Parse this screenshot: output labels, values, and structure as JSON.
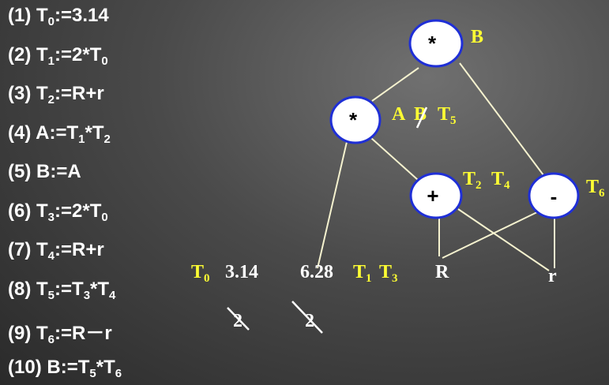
{
  "code_lines": [
    {
      "num": "(1)",
      "lhs": "T",
      "lhs_sub": "0",
      "rhs": [
        "3.14"
      ]
    },
    {
      "num": "(2)",
      "lhs": "T",
      "lhs_sub": "1",
      "rhs": [
        "2*T",
        "0"
      ]
    },
    {
      "num": "(3)",
      "lhs": "T",
      "lhs_sub": "2",
      "rhs": [
        "R+r"
      ]
    },
    {
      "num": "(4)",
      "lhs": "A",
      "lhs_sub": "",
      "rhs": [
        "T",
        "1",
        "*T",
        "2"
      ]
    },
    {
      "num": "(5)",
      "lhs": "B",
      "lhs_sub": "",
      "rhs": [
        "A"
      ]
    },
    {
      "num": "(6)",
      "lhs": "T",
      "lhs_sub": "3",
      "rhs": [
        "2*T",
        "0"
      ]
    },
    {
      "num": "(7)",
      "lhs": "T",
      "lhs_sub": "4",
      "rhs": [
        "R+r"
      ]
    },
    {
      "num": "(8)",
      "lhs": "T",
      "lhs_sub": "5",
      "rhs": [
        "T",
        "3",
        "*T",
        "4"
      ]
    },
    {
      "num": "(9)",
      "lhs": "T",
      "lhs_sub": "6",
      "rhs": [
        "R－r"
      ]
    },
    {
      "num": "(10)",
      "lhs": "B",
      "lhs_sub": "",
      "rhs": [
        "T",
        "5",
        "*T",
        "6"
      ]
    }
  ],
  "assign_op": ":=",
  "dag": {
    "nodes": {
      "root": {
        "op": "*",
        "label": "B"
      },
      "mul": {
        "op": "*",
        "label_A": "A",
        "label_B": "B",
        "label_T": "T",
        "label_T_sub": "5"
      },
      "plus": {
        "op": "+",
        "label1": "T",
        "label1_sub": "2",
        "label2": "T",
        "label2_sub": "4"
      },
      "minus": {
        "op": "-",
        "label": "T",
        "label_sub": "6"
      }
    },
    "leaves": {
      "t0_name": "T",
      "t0_sub": "0",
      "t0_value": "3.14",
      "const_value": "6.28",
      "t1_name": "T",
      "t1_sub": "1",
      "t3_name": "T",
      "t3_sub": "3",
      "R": "R",
      "r": "r",
      "struck_1": "2",
      "struck_2": "2"
    }
  }
}
